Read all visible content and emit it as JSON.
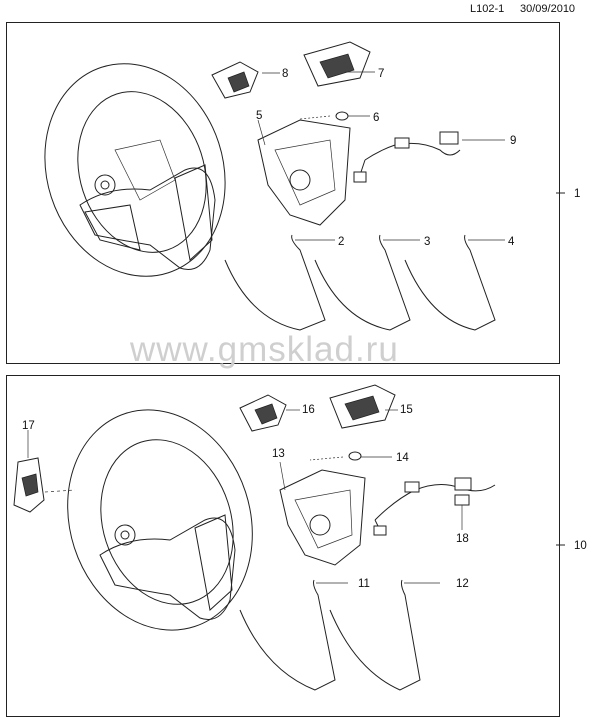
{
  "header": {
    "code": "L102-1",
    "date": "30/09/2010"
  },
  "watermark": "www.gmsklad.ru",
  "callouts": {
    "c1": "1",
    "c2": "2",
    "c3": "3",
    "c4": "4",
    "c5": "5",
    "c6": "6",
    "c7": "7",
    "c8": "8",
    "c9": "9",
    "c10": "10",
    "c11": "11",
    "c12": "12",
    "c13": "13",
    "c14": "14",
    "c15": "15",
    "c16": "16",
    "c17": "17",
    "c18": "18"
  }
}
